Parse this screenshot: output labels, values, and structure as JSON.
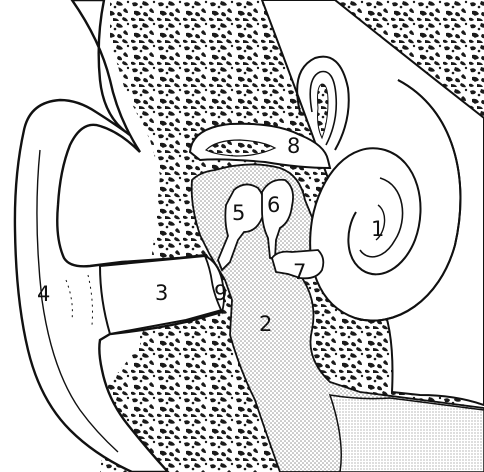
{
  "diagram": {
    "structures": [
      {
        "key": "cochlea",
        "number": "1"
      },
      {
        "key": "middle-ear-cavity",
        "number": "2"
      },
      {
        "key": "ear-canal",
        "number": "3"
      },
      {
        "key": "auricle",
        "number": "4"
      },
      {
        "key": "ossicle-5",
        "number": "5"
      },
      {
        "key": "ossicle-6",
        "number": "6"
      },
      {
        "key": "ossicle-7",
        "number": "7"
      },
      {
        "key": "semicircular-canal",
        "number": "8"
      },
      {
        "key": "eardrum",
        "number": "9"
      }
    ]
  },
  "colors": {
    "ink": "#111111",
    "bone_dark": "#1a1a1a",
    "bone_light": "#ffffff",
    "stipple": "#8a8a8a",
    "paper": "#ffffff"
  }
}
